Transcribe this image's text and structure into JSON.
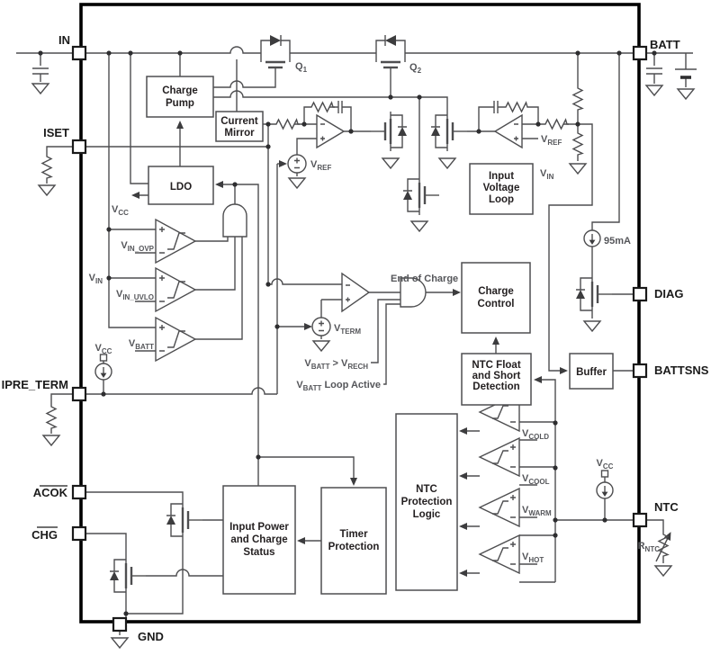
{
  "pins": {
    "in": "IN",
    "iset": "ISET",
    "ipre_term": "IPRE_TERM",
    "acok": "ACOK",
    "chg": "CHG",
    "gnd": "GND",
    "batt": "BATT",
    "diag": "DIAG",
    "battsns": "BATTSNS",
    "ntc": "NTC"
  },
  "blocks": {
    "charge_pump": {
      "l1": "Charge",
      "l2": "Pump"
    },
    "current_mirror": {
      "l1": "Current",
      "l2": "Mirror"
    },
    "ldo": {
      "l1": "LDO"
    },
    "input_voltage_loop": {
      "l1": "Input",
      "l2": "Voltage",
      "l3": "Loop"
    },
    "charge_control": {
      "l1": "Charge",
      "l2": "Control"
    },
    "ntc_float": {
      "l1": "NTC Float",
      "l2": "and Short",
      "l3": "Detection"
    },
    "buffer": {
      "l1": "Buffer"
    },
    "ntc_protection": {
      "l1": "NTC",
      "l2": "Protection",
      "l3": "Logic"
    },
    "input_power": {
      "l1": "Input Power",
      "l2": "and Charge",
      "l3": "Status"
    },
    "timer": {
      "l1": "Timer",
      "l2": "Protection"
    }
  },
  "labels": {
    "q1": {
      "m": "Q",
      "s": "1"
    },
    "q2": {
      "m": "Q",
      "s": "2"
    },
    "vcc": {
      "m": "V",
      "s": "CC"
    },
    "vref": {
      "m": "V",
      "s": "REF"
    },
    "vin": {
      "m": "V",
      "s": "IN"
    },
    "vin_ovp": {
      "m": "V",
      "s": "IN_OVP"
    },
    "vin_uvlo": {
      "m": "V",
      "s": "IN_UVLO"
    },
    "vbatt": {
      "m": "V",
      "s": "BATT"
    },
    "vterm": {
      "m": "V",
      "s": "TERM"
    },
    "vcold": {
      "m": "V",
      "s": "COLD"
    },
    "vcool": {
      "m": "V",
      "s": "COOL"
    },
    "vwarm": {
      "m": "V",
      "s": "WARM"
    },
    "vhot": {
      "m": "V",
      "s": "HOT"
    },
    "rntc": {
      "m": "R",
      "s": "NTC"
    },
    "i95": "95mA",
    "end_of_charge": "End of Charge",
    "recharge": {
      "a": "V",
      "a_sub": "BATT",
      "b": " > V",
      "b_sub": "RECH"
    },
    "loop_active": {
      "a": "V",
      "a_sub": "BATT",
      "b": " Loop Active"
    }
  },
  "colors": {
    "wire": "#4e4e50",
    "outline": "#000000",
    "block_text": "#231f20",
    "node_text": "#55565a",
    "background": "#ffffff"
  }
}
